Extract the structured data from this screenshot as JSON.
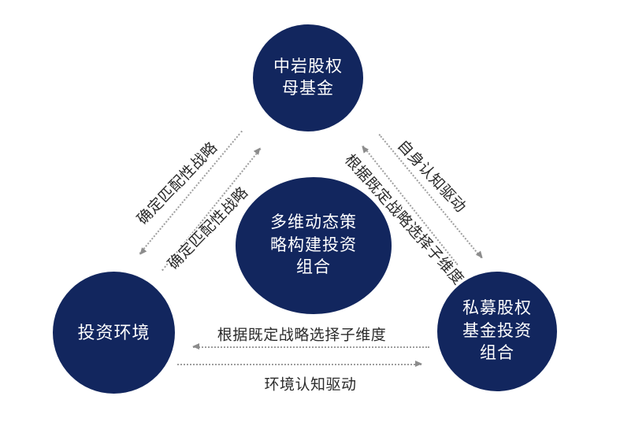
{
  "colors": {
    "node_fill": "#12265e",
    "node_text": "#ffffff",
    "line": "#9e9e9e",
    "arrowhead": "#8c8c8c",
    "label_text": "#2b2b2b",
    "background": "#ffffff"
  },
  "nodes": {
    "mother_fund": {
      "label": "中岩股权\n母基金"
    },
    "strategy": {
      "label": "多维动态策\n略构建投资\n组合"
    },
    "environment": {
      "label": "投资环境"
    },
    "pe_portfolio": {
      "label": "私募股权\n基金投资\n组合"
    }
  },
  "edges": {
    "match_strategy_to_environment": {
      "label": "确定匹配性战略"
    },
    "match_strategy_to_mother_fund": {
      "label": "确定匹配性战略"
    },
    "self_cognition_driven": {
      "label": "自身认知驱动"
    },
    "select_subdimension_diagonal": {
      "label": "根据既定战略选择子维度"
    },
    "select_subdimension_horizontal": {
      "label": "根据既定战略选择子维度"
    },
    "environment_cognition_driven": {
      "label": "环境认知驱动"
    }
  }
}
